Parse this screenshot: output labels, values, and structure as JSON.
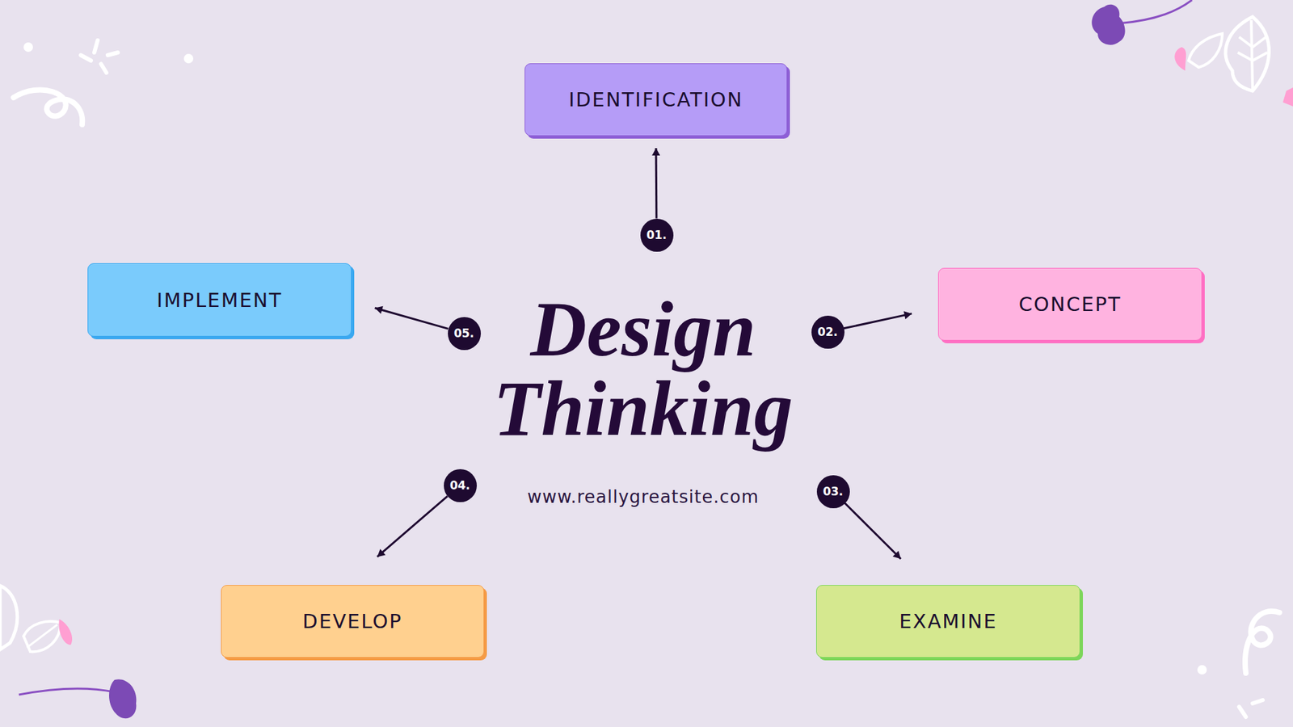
{
  "diagram": {
    "title": "Design Thinking",
    "nodes": [
      {
        "text": [
          "IDENTIFICATION"
        ]
      },
      {
        "text": [
          "01."
        ]
      },
      {
        "text": [
          "IMPLEMENT"
        ]
      },
      {
        "text": [
          "CONCEPT"
        ]
      },
      {
        "text": [
          "05."
        ]
      },
      {
        "text": [
          "02."
        ]
      },
      {
        "text": [
          "04."
        ]
      },
      {
        "text": [
          "03."
        ]
      },
      {
        "text": [
          "DEVELOP"
        ]
      },
      {
        "text": [
          "EXAMINE"
        ]
      }
    ],
    "edges": [
      {
        "from": 1,
        "to": 0,
        "arrow": "to"
      },
      {
        "from": 5,
        "to": 3,
        "arrow": "to"
      },
      {
        "from": 7,
        "to": 9,
        "arrow": "to"
      },
      {
        "from": 6,
        "to": 8,
        "arrow": "to"
      },
      {
        "from": 4,
        "to": 2,
        "arrow": "to"
      }
    ],
    "labels": [
      "www.reallygreatsite.com"
    ]
  }
}
